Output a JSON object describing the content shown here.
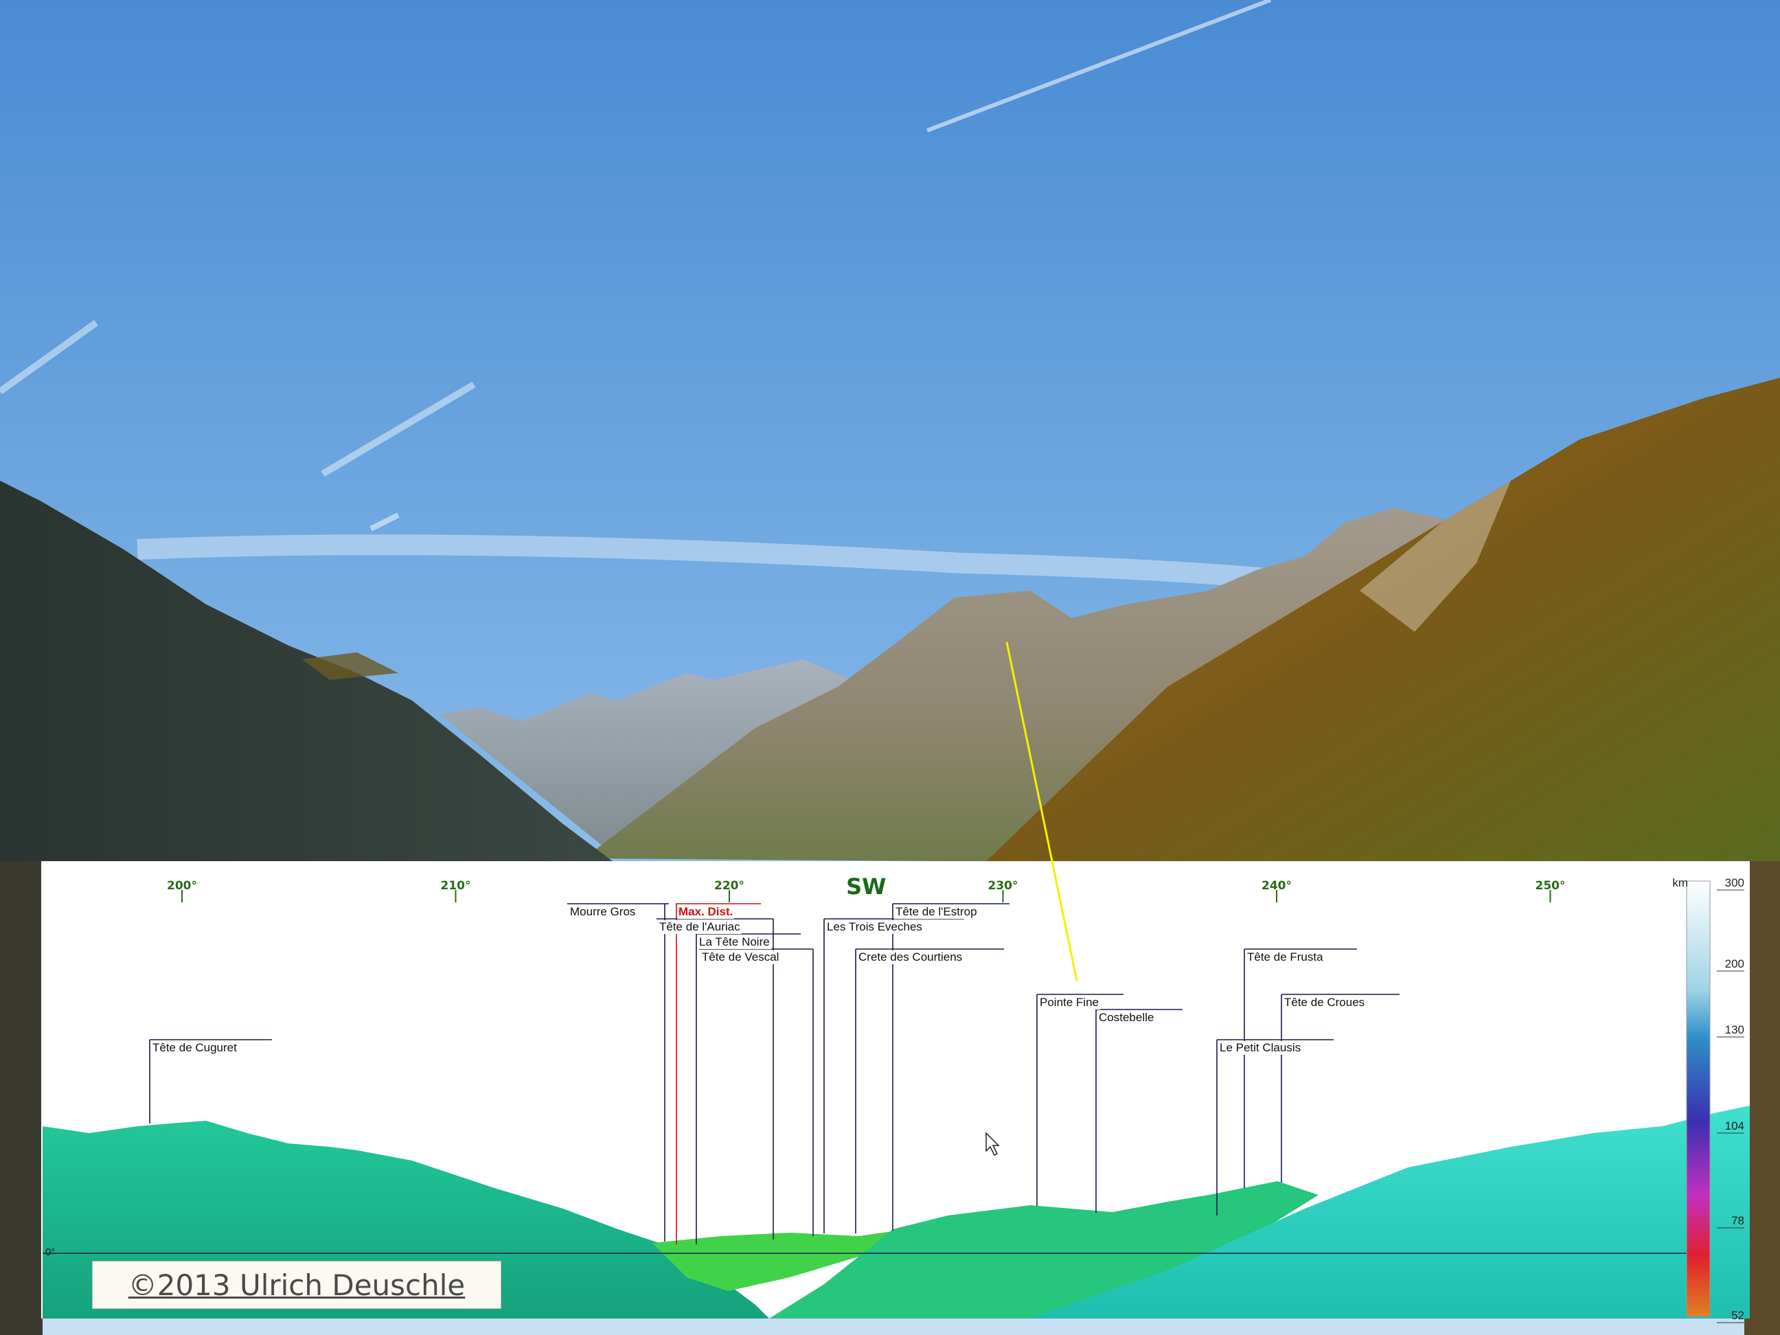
{
  "azimuths": [
    {
      "label": "200°",
      "deg": 200
    },
    {
      "label": "210°",
      "deg": 210
    },
    {
      "label": "220°",
      "deg": 220
    },
    {
      "label": "230°",
      "deg": 230
    },
    {
      "label": "240°",
      "deg": 240
    },
    {
      "label": "250°",
      "deg": 250
    }
  ],
  "compass": {
    "label": "SW",
    "deg": 225
  },
  "peaks": [
    {
      "name": "Mourre Gros",
      "deg": 217.8,
      "max": false
    },
    {
      "name": "Max. Dist.",
      "deg": 218.2,
      "max": true
    },
    {
      "name": "Tête de l'Auriac",
      "deg": 218.2,
      "max": false
    },
    {
      "name": "La Tête Noire",
      "deg": 218.9,
      "max": false
    },
    {
      "name": "Tête de Vescal",
      "deg": 221.6,
      "max": false
    },
    {
      "name": "Les Trois Eveches",
      "deg": 223.4,
      "max": false
    },
    {
      "name": "Tête de l'Estrop",
      "deg": 225.8,
      "max": false
    },
    {
      "name": "Crete des Courtiens",
      "deg": 224.6,
      "max": false
    },
    {
      "name": "Pointe Fine",
      "deg": 231.1,
      "max": false
    },
    {
      "name": "Costebelle",
      "deg": 233.3,
      "max": false
    },
    {
      "name": "Tête de Frusta",
      "deg": 238.9,
      "max": false
    },
    {
      "name": "Tête de Croues",
      "deg": 240.2,
      "max": false
    },
    {
      "name": "Le Petit Clausis",
      "deg": 237.9,
      "max": false
    },
    {
      "name": "Tête de Cuguret",
      "deg": 198.9,
      "max": false
    }
  ],
  "distance_scale": {
    "unit": "km",
    "ticks": [
      "300",
      "200",
      "130",
      "104",
      "78",
      "52"
    ]
  },
  "zero_label": "0°",
  "copyright": "©2013 Ulrich Deuschle",
  "colors": {
    "sky_top": "#4d8fd6",
    "sky_bottom": "#b9d6ef",
    "near_terrain": "#1fbf93",
    "mid_terrain": "#3fd26a",
    "right_terrain": "#2fd6c4",
    "peak_line": "#1a1a4a",
    "max_dist_line": "#d01010",
    "pointer_line": "#f5f000"
  }
}
